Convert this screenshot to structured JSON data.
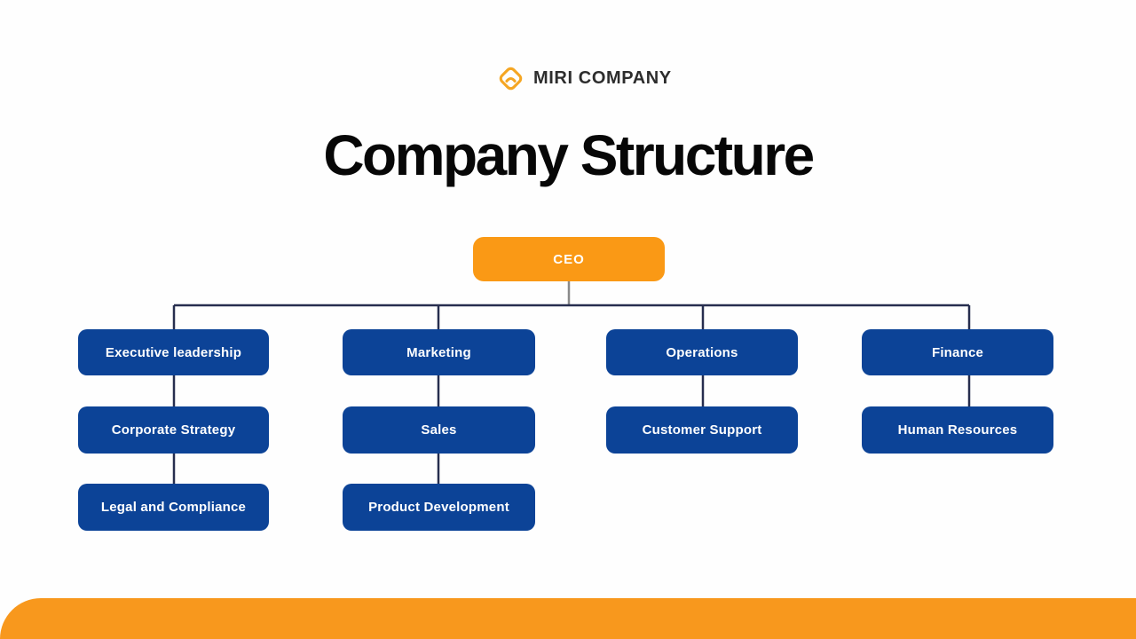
{
  "logo": {
    "company_name": "MIRI COMPANY",
    "icon": "diamond-arch-logo-icon",
    "icon_color": "#F5A623",
    "text_color": "#2D2D2D"
  },
  "title": "Company Structure",
  "chart": {
    "type": "org-chart",
    "root": {
      "label": "CEO",
      "color": "#FA9915"
    },
    "node_color": "#0C4397",
    "connector_color": "#272E4F",
    "root_connector_color": "#8A8A8A",
    "columns": [
      {
        "nodes": [
          {
            "label": "Executive leadership"
          },
          {
            "label": "Corporate Strategy"
          },
          {
            "label": "Legal and Compliance"
          }
        ]
      },
      {
        "nodes": [
          {
            "label": "Marketing"
          },
          {
            "label": "Sales"
          },
          {
            "label": "Product Development"
          }
        ]
      },
      {
        "nodes": [
          {
            "label": "Operations"
          },
          {
            "label": "Customer Support"
          }
        ]
      },
      {
        "nodes": [
          {
            "label": "Finance"
          },
          {
            "label": "Human Resources"
          }
        ]
      }
    ]
  },
  "footer": {
    "bar_color": "#F8981D"
  }
}
